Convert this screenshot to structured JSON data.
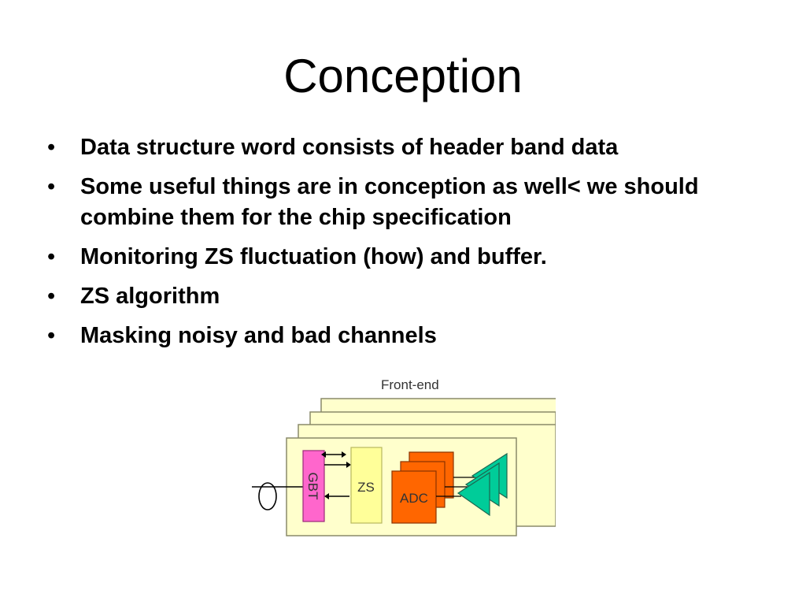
{
  "slide": {
    "title": "Conception",
    "bullets": [
      "Data structure word consists of header band data",
      "Some useful things are in conception as well< we should combine them for the chip specification",
      "Monitoring ZS  fluctuation (how) and buffer.",
      "ZS algorithm",
      "Masking noisy and bad channels"
    ],
    "bullet_symbol": "•"
  },
  "diagram": {
    "front_end_label": "Front-end",
    "gbt_label": "GBT",
    "zs_label": "ZS",
    "adc_label": "ADC",
    "colors": {
      "board": "#FFFFCC",
      "gbt": "#FF66CC",
      "zs": "#FFFF99",
      "adc": "#FF6600",
      "amplifier": "#00CC99"
    }
  }
}
